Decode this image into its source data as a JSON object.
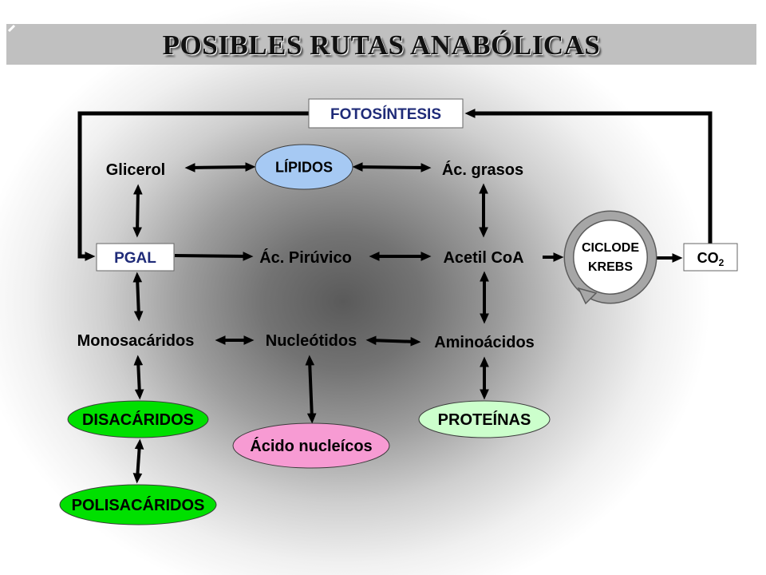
{
  "title": "POSIBLES RUTAS ANABÓLICAS",
  "nodes": {
    "fotosintesis": "FOTOSÍNTESIS",
    "glicerol": "Glicerol",
    "lipidos": "LÍPIDOS",
    "ac_grasos": "Ác. grasos",
    "pgal": "PGAL",
    "ac_piruvico": "Ác. Pirúvico",
    "acetil_coa": "Acetil CoA",
    "ciclo_krebs": {
      "line1": "CICLODE",
      "line2": "KREBS"
    },
    "co2": {
      "base": "CO",
      "subscript": "2"
    },
    "monosacaridos": "Monosacáridos",
    "nucleotidos": "Nucleótidos",
    "aminoacidos": "Aminoácidos",
    "disacaridos": "DISACÁRIDOS",
    "acido_nucleicos": "Ácido nucleícos",
    "proteinas": "PROTEÍNAS",
    "polisacaridos": "POLISACÁRIDOS"
  },
  "colors": {
    "banner": "#c0c0c0",
    "box_label": "#1f2b78",
    "lipidos": "#a6c9f3",
    "disacaridos": "#00e000",
    "polisacaridos": "#00e000",
    "proteinas": "#ccffcc",
    "acido_nucleicos": "#f79bd3",
    "krebs_ring": "#a6a6a6",
    "arrows": "#000000"
  }
}
